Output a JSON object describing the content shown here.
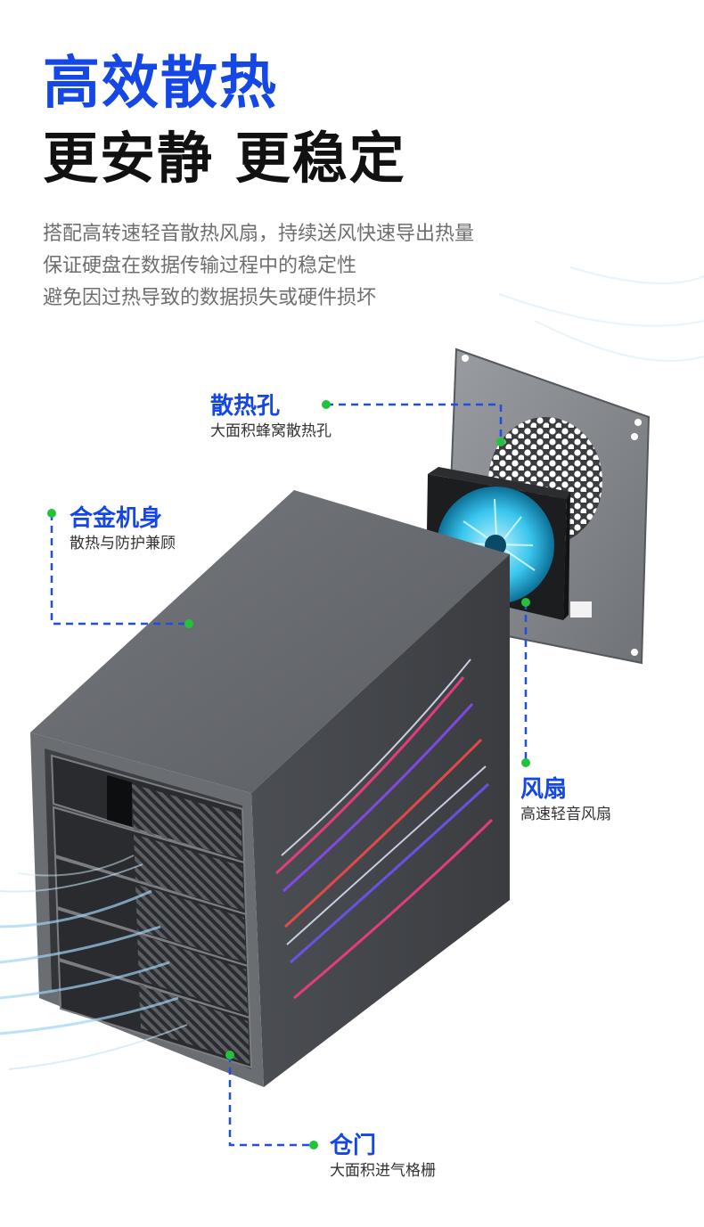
{
  "headline": {
    "line1": "高效散热",
    "line2": "更安静 更稳定"
  },
  "description": [
    "搭配高转速轻音散热风扇，持续送风快速导出热量",
    "保证硬盘在数据传输过程中的稳定性",
    "避免因过热导致的数据损失或硬件损坏"
  ],
  "callouts": {
    "vent_holes": {
      "title": "散热孔",
      "subtitle": "大面积蜂窝散热孔"
    },
    "alloy_body": {
      "title": "合金机身",
      "subtitle": "散热与防护兼顾"
    },
    "fan": {
      "title": "风扇",
      "subtitle": "高速轻音风扇"
    },
    "bay_door": {
      "title": "仓门",
      "subtitle": "大面积进气格栅"
    }
  },
  "colors": {
    "accent_blue": "#1447e6",
    "headline_dark": "#111111",
    "dot_green": "#22c33a",
    "dash_blue": "#1f4fe0",
    "enclosure_gray": "#5b5e63"
  }
}
